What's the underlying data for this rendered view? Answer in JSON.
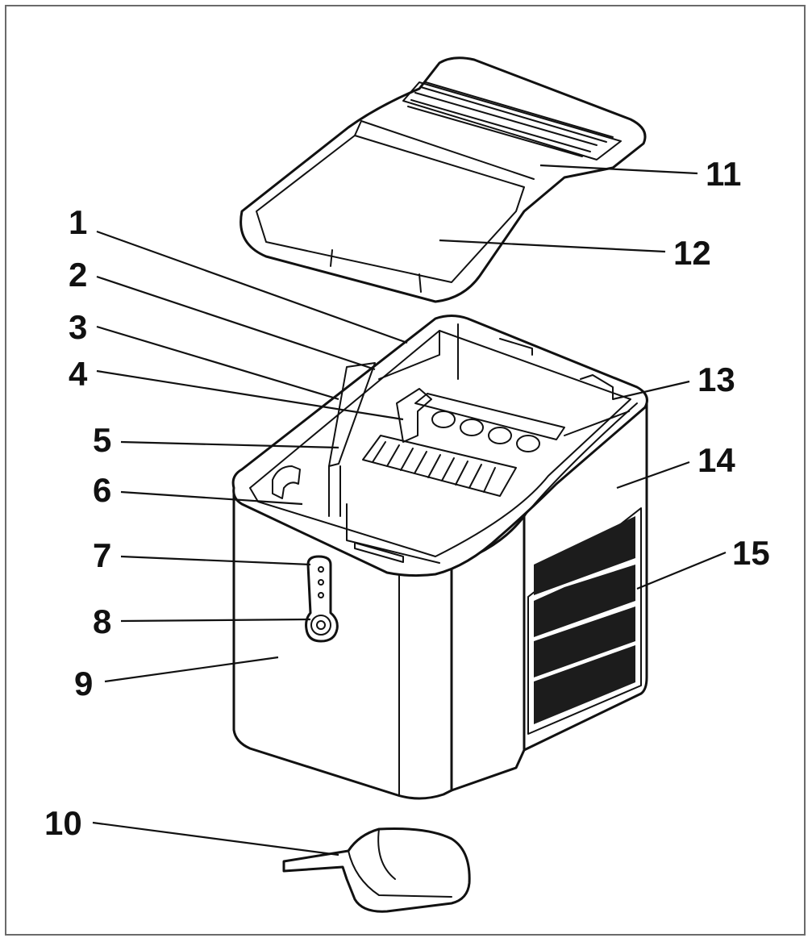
{
  "callouts": [
    {
      "id": 1,
      "label": "1"
    },
    {
      "id": 2,
      "label": "2"
    },
    {
      "id": 3,
      "label": "3"
    },
    {
      "id": 4,
      "label": "4"
    },
    {
      "id": 5,
      "label": "5"
    },
    {
      "id": 6,
      "label": "6"
    },
    {
      "id": 7,
      "label": "7"
    },
    {
      "id": 8,
      "label": "8"
    },
    {
      "id": 9,
      "label": "9"
    },
    {
      "id": 10,
      "label": "10"
    },
    {
      "id": 11,
      "label": "11"
    },
    {
      "id": 12,
      "label": "12"
    },
    {
      "id": 13,
      "label": "13"
    },
    {
      "id": 14,
      "label": "14"
    },
    {
      "id": 15,
      "label": "15"
    }
  ],
  "colors": {
    "line": "#111111",
    "background": "#ffffff",
    "border": "#6a6a6a"
  }
}
